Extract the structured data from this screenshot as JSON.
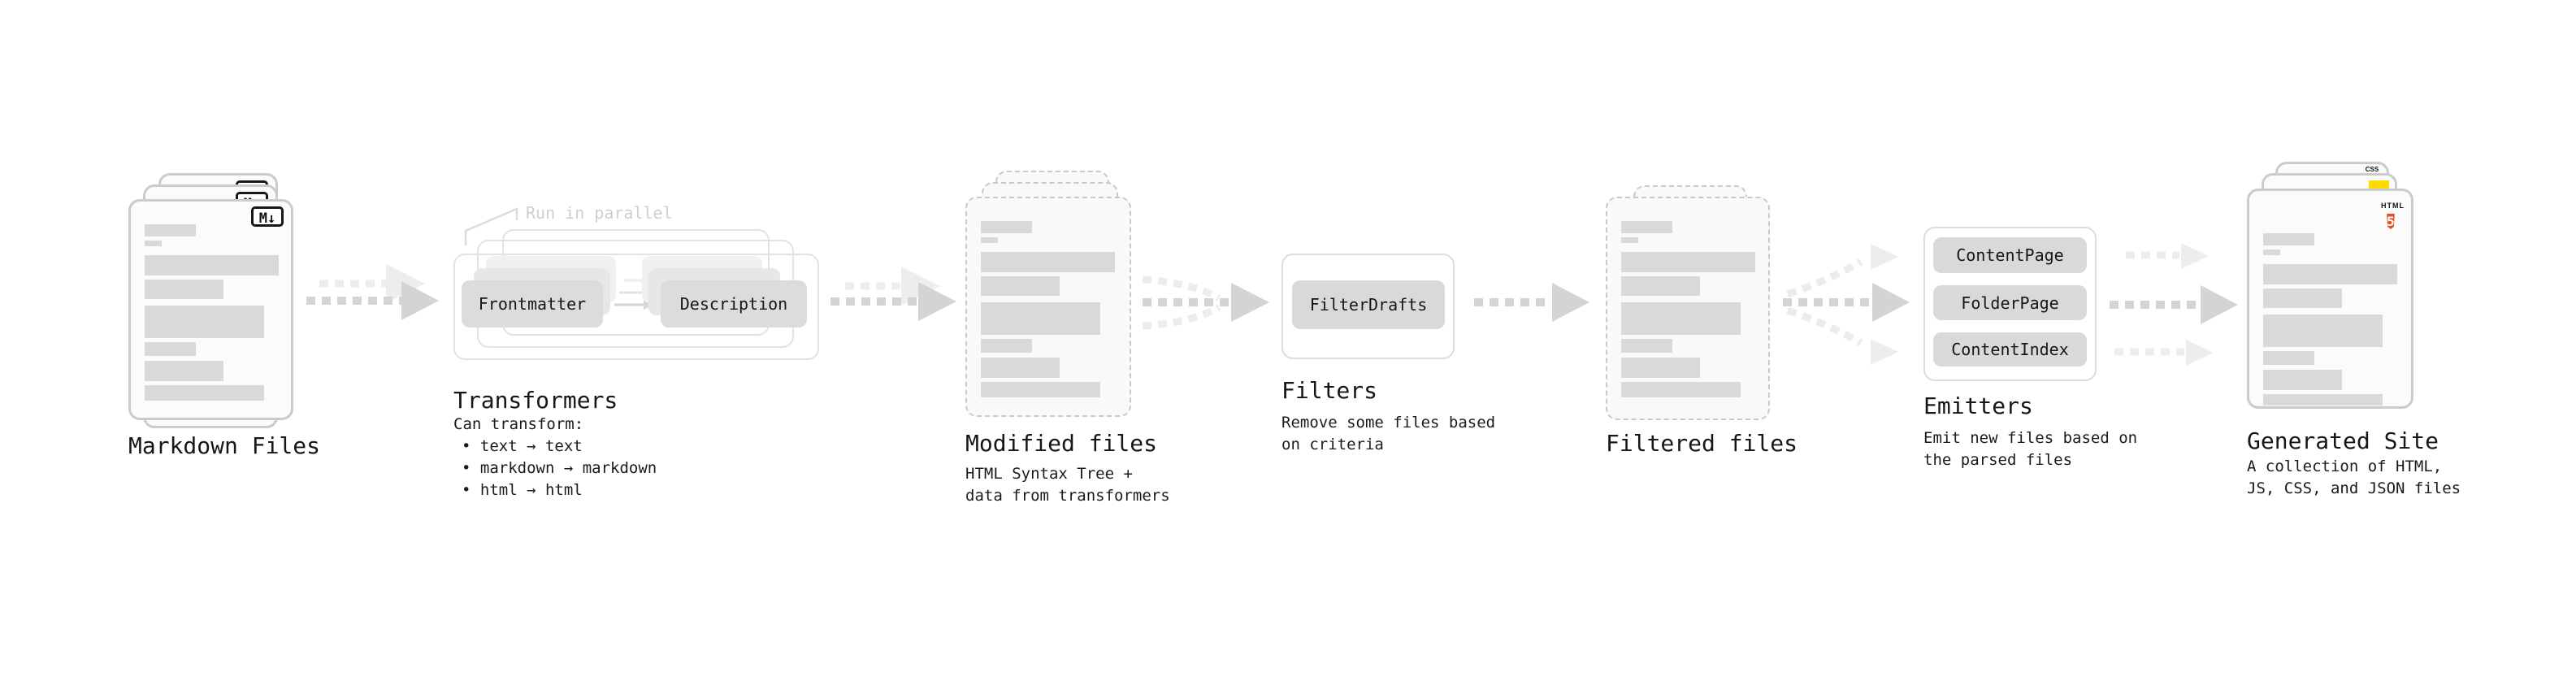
{
  "diagram": {
    "stages": {
      "markdown": {
        "label": "Markdown Files"
      },
      "transformers": {
        "label": "Transformers",
        "annotation": "Run in parallel",
        "box1": "Frontmatter",
        "box2": "Description",
        "desc1": "Can transform:",
        "desc2": "• text → text",
        "desc3": "• markdown → markdown",
        "desc4": "• html → html"
      },
      "modified": {
        "label": "Modified files",
        "desc1": "HTML Syntax Tree +",
        "desc2": "data from transformers"
      },
      "filters": {
        "label": "Filters",
        "box1": "FilterDrafts",
        "desc1": "Remove some files based",
        "desc2": "on criteria"
      },
      "filtered": {
        "label": "Filtered files"
      },
      "emitters": {
        "label": "Emitters",
        "box1": "ContentPage",
        "box2": "FolderPage",
        "box3": "ContentIndex",
        "desc1": "Emit new files based on",
        "desc2": "the parsed files"
      },
      "generated": {
        "label": "Generated Site",
        "desc1": "A collection of HTML,",
        "desc2": "JS, CSS, and JSON files"
      }
    },
    "icons": {
      "markdown": "M↓",
      "html5_word": "HTML",
      "html5_number": "5",
      "css": "CSS"
    },
    "colors": {
      "arrow_dark": "#d4d4d4",
      "arrow_light": "#ededed",
      "bar_gray": "#d9d9d9",
      "box_gray": "#dcdcdc",
      "html5_orange": "#e44d26",
      "js_yellow": "#ffdc00",
      "css_blue": "#2b62e9"
    }
  }
}
